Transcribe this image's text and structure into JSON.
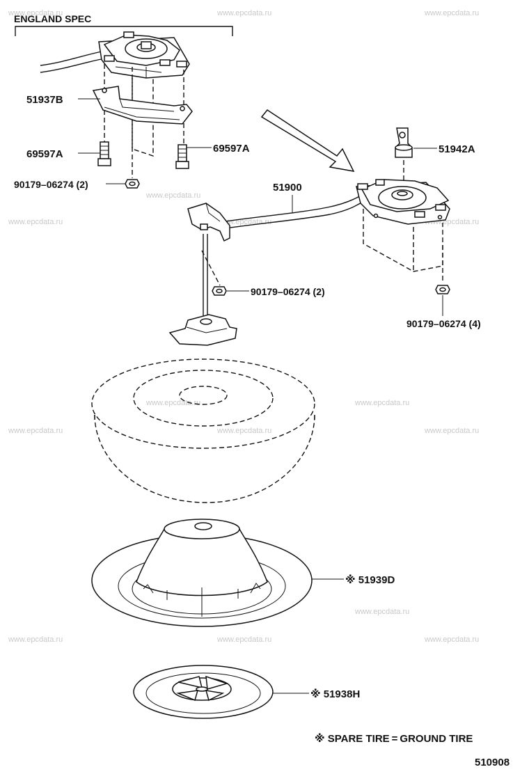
{
  "title": "ENGLAND SPEC",
  "diagram_code": "510908",
  "note": "※ SPARE TIRE = GROUND TIRE",
  "watermark": "www.epcdata.ru",
  "parts": {
    "p51937B": "51937B",
    "p69597A_left": "69597A",
    "p69597A_right": "69597A",
    "p90179_top": "90179–06274 (2)",
    "p51900": "51900",
    "p51942A": "51942A",
    "p90179_mid": "90179–06274 (2)",
    "p90179_right": "90179–06274 (4)",
    "p51939D": "※ 51939D",
    "p51938H": "※ 51938H"
  }
}
